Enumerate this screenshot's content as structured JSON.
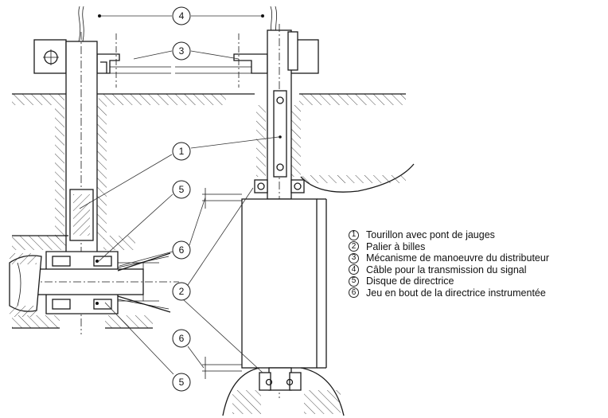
{
  "callouts": {
    "c1": "1",
    "c2": "2",
    "c3": "3",
    "c4": "4",
    "c5": "5",
    "c6": "6"
  },
  "legend": [
    {
      "num": "1",
      "text": "Tourillon avec pont de jauges"
    },
    {
      "num": "2",
      "text": "Palier à billes"
    },
    {
      "num": "3",
      "text": "Mécanisme de manoeuvre du distributeur"
    },
    {
      "num": "4",
      "text": "Câble pour la transmission du signal"
    },
    {
      "num": "5",
      "text": "Disque de directrice"
    },
    {
      "num": "6",
      "text": "Jeu en bout de la directrice instrumentée"
    }
  ]
}
